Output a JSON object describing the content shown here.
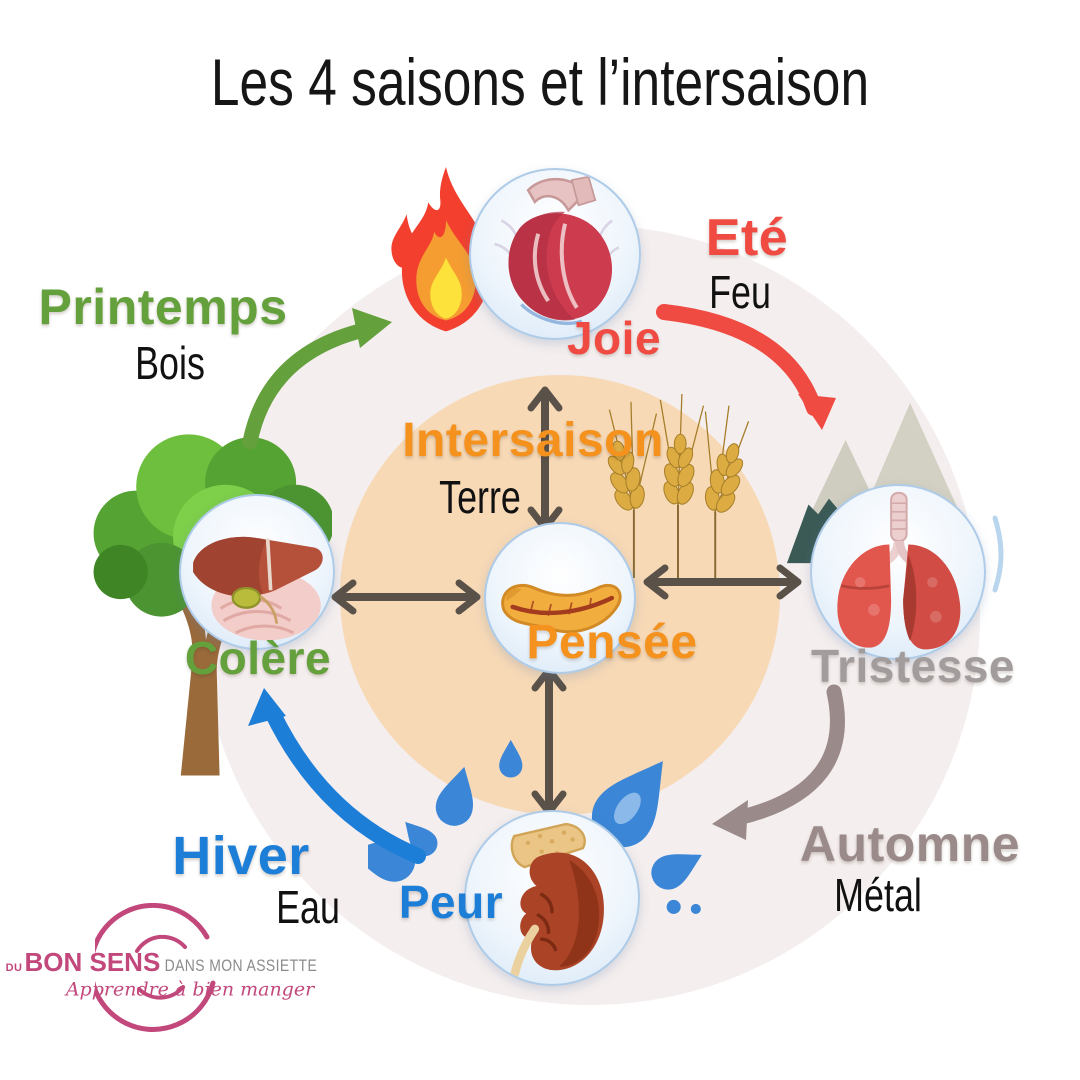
{
  "title": "Les 4 saisons et l’intersaison",
  "center": {
    "season": "Intersaison",
    "element": "Terre",
    "emotion": "Pensée",
    "organ_icon": "pancreas-icon",
    "scene_icon": "wheat-icon",
    "accent": "#f5921d",
    "circle_color": "#f7d9b6"
  },
  "seasons": [
    {
      "season": "Printemps",
      "element": "Bois",
      "emotion": "Colère",
      "organ_icon": "liver-icon",
      "scene_icon": "tree-icon",
      "accent": "#64a03c"
    },
    {
      "season": "Eté",
      "element": "Feu",
      "emotion": "Joie",
      "organ_icon": "heart-icon",
      "scene_icon": "fire-icon",
      "accent": "#ef4b42"
    },
    {
      "season": "Automne",
      "element": "Métal",
      "emotion": "Tristesse",
      "organ_icon": "lungs-icon",
      "scene_icon": "mountains-icon",
      "accent": "#9a8a8a",
      "emotion_color": "#a39c9c"
    },
    {
      "season": "Hiver",
      "element": "Eau",
      "emotion": "Peur",
      "organ_icon": "kidney-icon",
      "scene_icon": "water-splash-icon",
      "accent": "#1d7ed8"
    }
  ],
  "logo": {
    "prefix": "DU",
    "brand": "BON SENS",
    "suffix": "DANS MON ASSIETTE",
    "tagline": "Apprendre à bien manger",
    "color": "#c2487c"
  },
  "palette": {
    "background_circle": "#f4eeee",
    "center_circle": "#f7d9b6",
    "link_arrows": "#5a5149",
    "title_text": "#161616"
  }
}
